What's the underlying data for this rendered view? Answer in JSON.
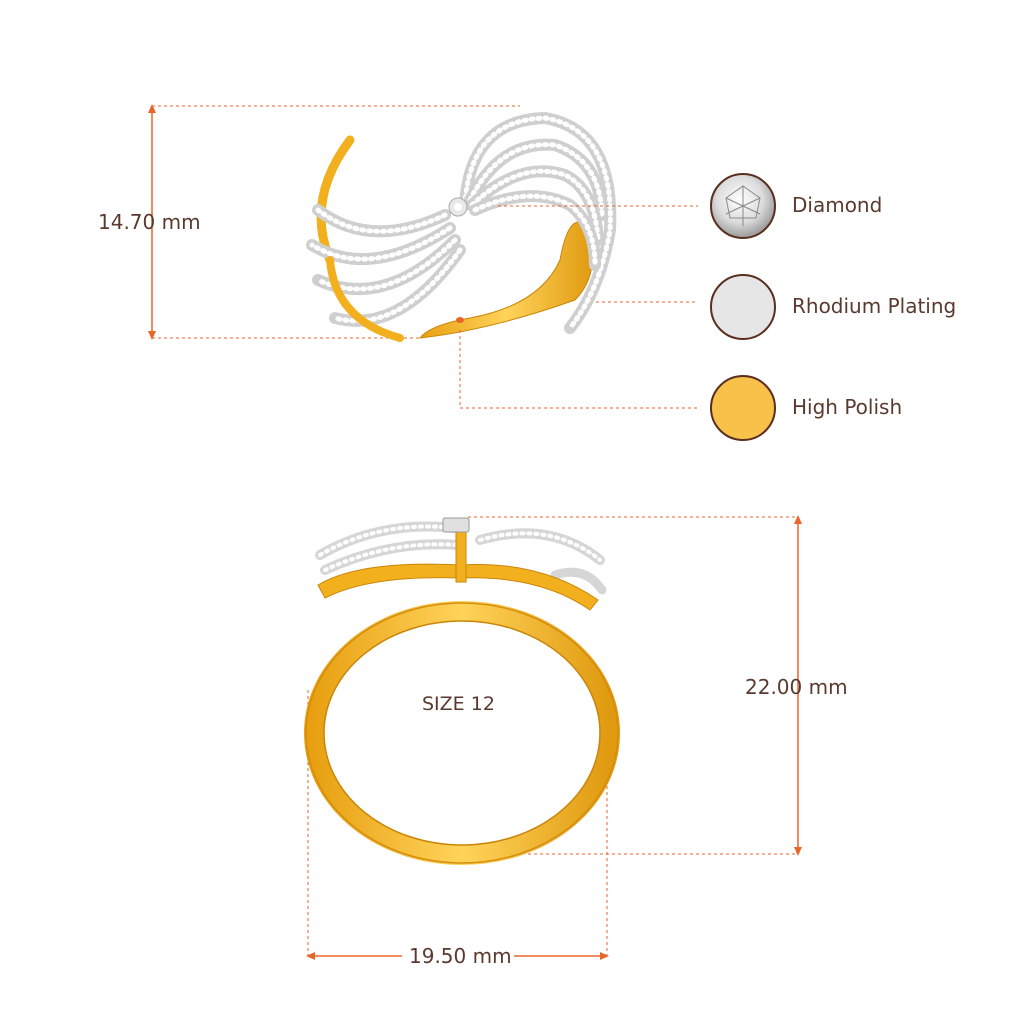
{
  "top_view": {
    "height_label": "14.70 mm"
  },
  "front_view": {
    "height_label": "22.00 mm",
    "width_label": "19.50 mm",
    "size_label": "SIZE 12"
  },
  "legend": [
    {
      "label": "Diamond",
      "swatch_color": "#e9e9e9"
    },
    {
      "label": "Rhodium Plating",
      "swatch_color": "#e6e6e6"
    },
    {
      "label": "High Polish",
      "swatch_color": "#f7c14a"
    }
  ],
  "colors": {
    "dimension_line": "#e8662a",
    "gold": "#f2b01e",
    "gold_dark": "#d48d0c",
    "silver": "#d9d9d9",
    "text": "#5a3a2e",
    "swatch_border": "#5b2f1e"
  }
}
